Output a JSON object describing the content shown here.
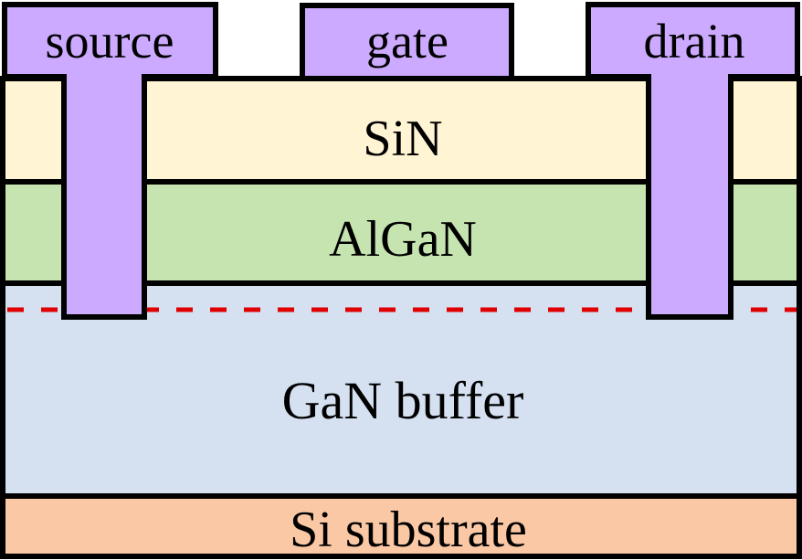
{
  "layers": {
    "sin": {
      "label": "SiN",
      "color": "#FFF4D4"
    },
    "algan": {
      "label": "AlGaN",
      "color": "#C6E4B0"
    },
    "gan": {
      "label": "GaN buffer",
      "color": "#D5E0F1"
    },
    "si": {
      "label": "Si substrate",
      "color": "#FBC8A5"
    }
  },
  "contacts": {
    "source": {
      "label": "source"
    },
    "gate": {
      "label": "gate"
    },
    "drain": {
      "label": "drain"
    },
    "color": "#CCAAFF"
  },
  "channel": {
    "color": "#E00000",
    "style": "dashed"
  }
}
